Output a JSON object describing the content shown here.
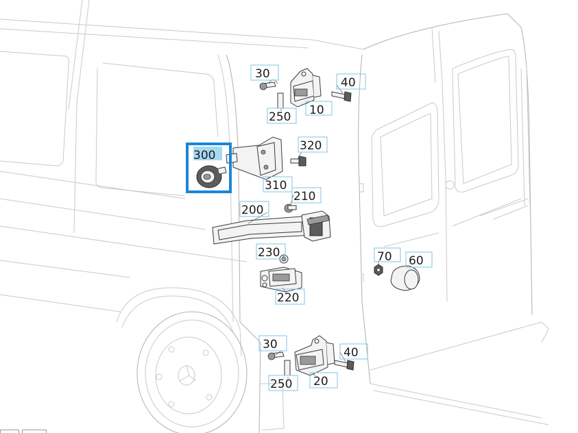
{
  "diagram": {
    "callouts": [
      {
        "id": "c30_top",
        "label": "30"
      },
      {
        "id": "c40_top",
        "label": "40"
      },
      {
        "id": "c250_top",
        "label": "250"
      },
      {
        "id": "c10",
        "label": "10"
      },
      {
        "id": "c300",
        "label": "300",
        "selected": true
      },
      {
        "id": "c320",
        "label": "320"
      },
      {
        "id": "c310",
        "label": "310"
      },
      {
        "id": "c210",
        "label": "210"
      },
      {
        "id": "c200",
        "label": "200"
      },
      {
        "id": "c230",
        "label": "230"
      },
      {
        "id": "c70",
        "label": "70"
      },
      {
        "id": "c60",
        "label": "60"
      },
      {
        "id": "c220",
        "label": "220"
      },
      {
        "id": "c30_bottom",
        "label": "30"
      },
      {
        "id": "c40_bottom",
        "label": "40"
      },
      {
        "id": "c250_bottom",
        "label": "250"
      },
      {
        "id": "c20",
        "label": "20"
      }
    ],
    "colors": {
      "callout_border": "#7ec6e6",
      "selected_frame": "#1a86d6",
      "selected_fill": "#a9d8f2"
    }
  }
}
